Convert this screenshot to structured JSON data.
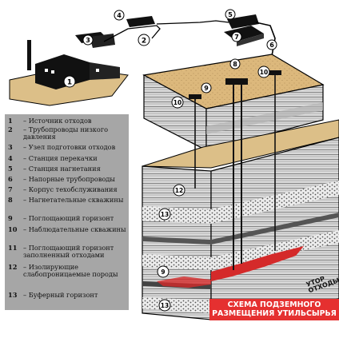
{
  "legend": [
    {
      "num": "1",
      "text": "– Источник отходов"
    },
    {
      "num": "2",
      "text": "– Трубопроводы низкого давления"
    },
    {
      "num": "3",
      "text": "– Узел подготовки отходов"
    },
    {
      "num": "4",
      "text": "– Станция перекачки"
    },
    {
      "num": "5",
      "text": "– Станция нагнетания"
    },
    {
      "num": "6",
      "text": "– Напорные трубопроводы"
    },
    {
      "num": "7",
      "text": "– Корпус техобслуживания"
    },
    {
      "num": "8",
      "text": "– Нагнетательные скважины"
    },
    {
      "num": "9",
      "text": "– Поглощающий горизонт"
    },
    {
      "num": "10",
      "text": "– Наблюдательные скважины"
    },
    {
      "num": "11",
      "text": "– Поглощающий горизонт заполненный отходами"
    },
    {
      "num": "12",
      "text": "– Изолирующие слабопроницаемые породы"
    },
    {
      "num": "13",
      "text": "– Буферный горизонт"
    }
  ],
  "title": "СХЕМА ПОДЗЕМНОГО РАЗМЕЩЕНИЯ УТИЛЬСЫРЬЯ",
  "watermark": "УТОР ОТХОДЫ",
  "markers": {
    "m1": "1",
    "m2": "2",
    "m3": "3",
    "m4": "4",
    "m5": "5",
    "m6": "6",
    "m7": "7",
    "m8": "8",
    "m9": "9",
    "m10a": "10",
    "m10b": "10",
    "m12": "12",
    "m13a": "13",
    "m9b": "9",
    "m13b": "13"
  },
  "colors": {
    "ground": "#d9b77a",
    "rock_light": "#d4d4d4",
    "rock_dark": "#8c8c8c",
    "waste": "#d42a2a",
    "legend_bg": "#a6a6a6",
    "title_bg": "#e53030"
  }
}
